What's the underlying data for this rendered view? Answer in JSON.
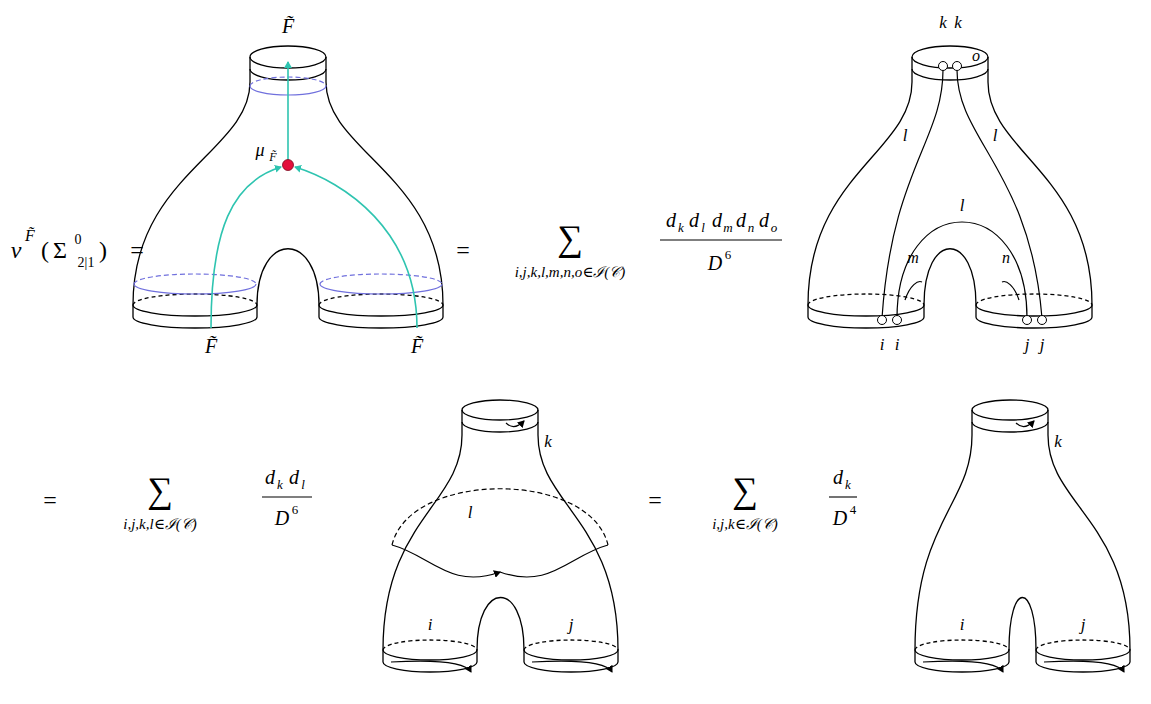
{
  "diagram": {
    "labels": [
      "v",
      "F̃",
      "(",
      "Σ",
      "0",
      "2|1",
      ")",
      "=",
      "F̃",
      "μ",
      "F̃",
      "F̃",
      "F̃",
      "=",
      "∑",
      "i,j,k,l,m,n,o∈ℐ(𝒞)",
      "d",
      "k",
      "d",
      "l",
      "d",
      "m",
      "d",
      "n",
      "d",
      "o",
      "D",
      "6",
      "k",
      "k",
      "o",
      "l",
      "l",
      "l",
      "m",
      "n",
      "i",
      "i",
      "j",
      "j",
      "=",
      "∑",
      "i,j,k,l∈ℐ(𝒞)",
      "d",
      "k",
      "d",
      "l",
      "D",
      "6",
      "k",
      "l",
      "i",
      "j",
      "=",
      "∑",
      "i,j,k∈ℐ(𝒞)",
      "d",
      "k",
      "D",
      "4",
      "k",
      "i",
      "j"
    ]
  }
}
